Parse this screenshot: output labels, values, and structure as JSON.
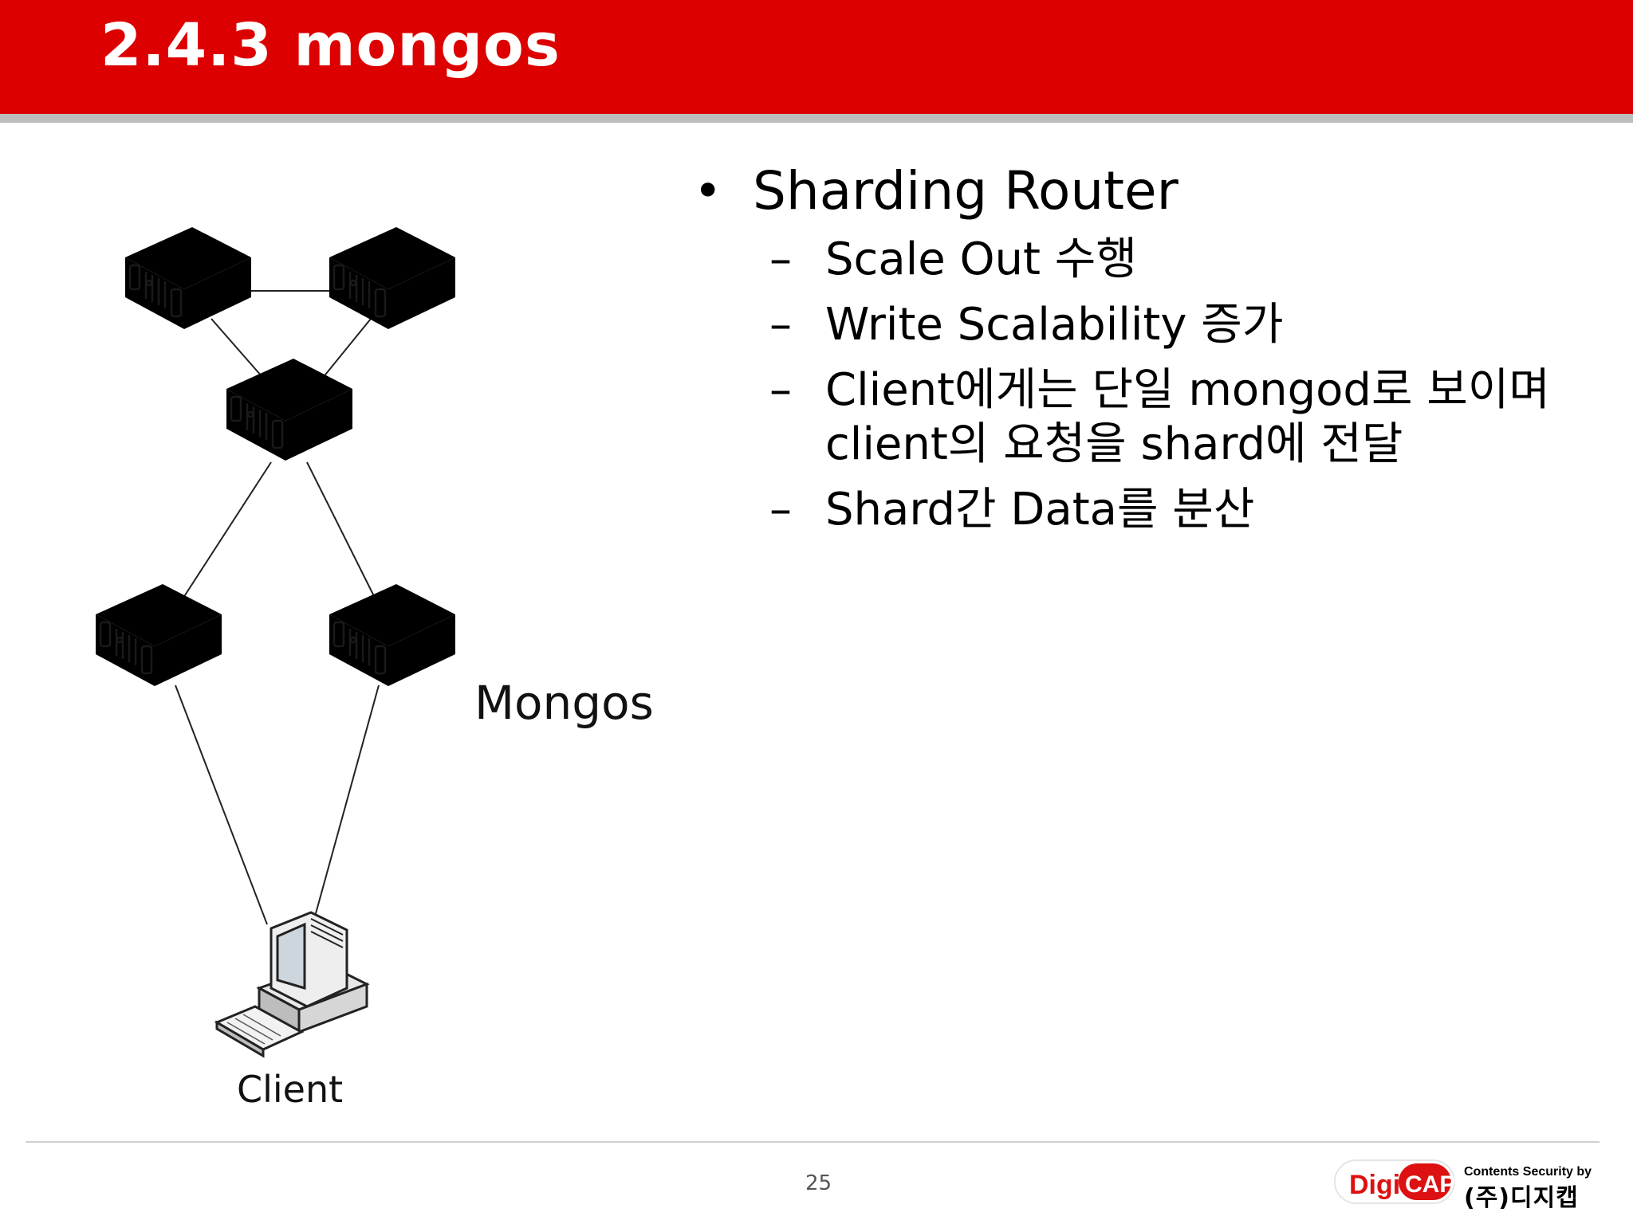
{
  "slide": {
    "title": "2.4.3 mongos",
    "page_number": "25"
  },
  "bullets": {
    "main": "Sharding Router",
    "subs": [
      "Scale Out 수행",
      "Write Scalability 증가",
      "Client에게는 단일 mongod로 보이며 client의 요청을 shard에 전달",
      "Shard간 Data를 분산"
    ]
  },
  "diagram": {
    "mongos_label": "Mongos",
    "client_label": "Client",
    "server_colors": {
      "red": "#dd1111",
      "gray": "#7f97a8",
      "green": "#7cc63c"
    }
  },
  "footer": {
    "logo_text": "DigiCAP",
    "logo_tagline": "Contents Security by",
    "company": "(주)디지캡"
  },
  "colors": {
    "title_bar": "#dd0000",
    "title_shadow": "#bdbdbd"
  }
}
